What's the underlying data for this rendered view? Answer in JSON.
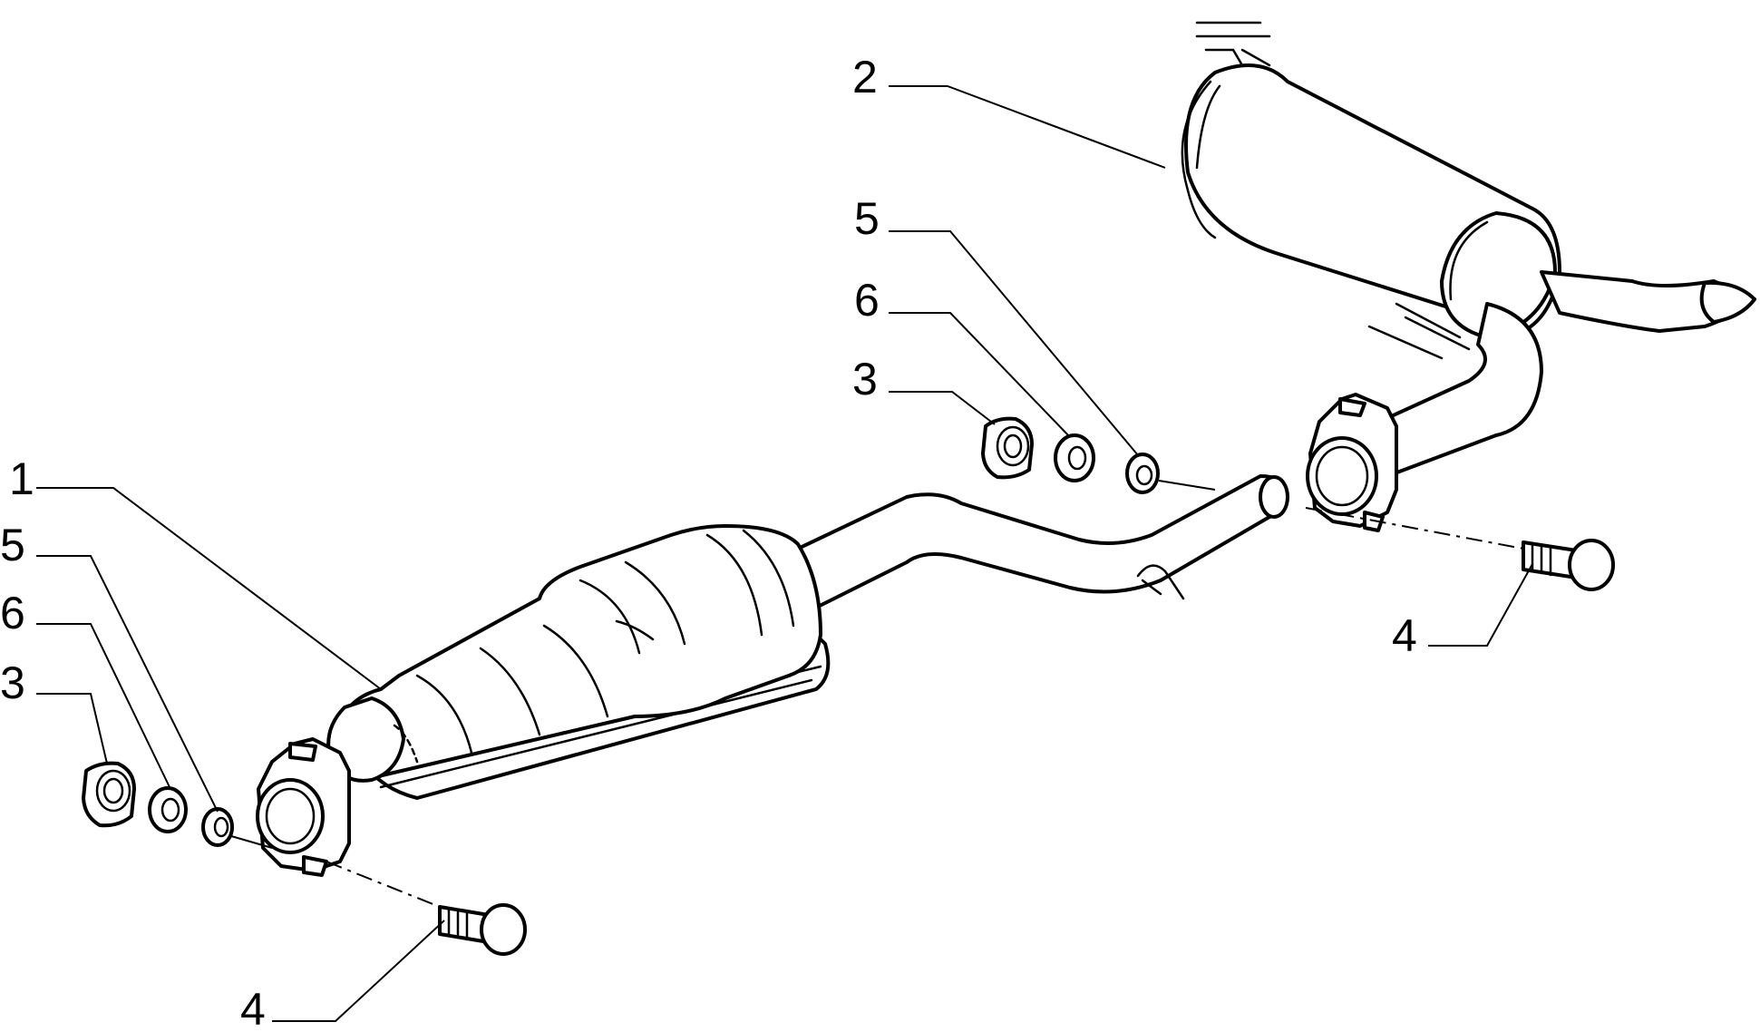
{
  "callouts": [
    {
      "id": "1",
      "label": "1"
    },
    {
      "id": "2",
      "label": "2"
    },
    {
      "id": "3-left",
      "label": "3"
    },
    {
      "id": "3-right",
      "label": "3"
    },
    {
      "id": "4-left",
      "label": "4"
    },
    {
      "id": "4-right",
      "label": "4"
    },
    {
      "id": "5-left",
      "label": "5"
    },
    {
      "id": "5-right",
      "label": "5"
    },
    {
      "id": "6-left",
      "label": "6"
    },
    {
      "id": "6-right",
      "label": "6"
    }
  ],
  "line_color": "#000000",
  "background_color": "#ffffff"
}
